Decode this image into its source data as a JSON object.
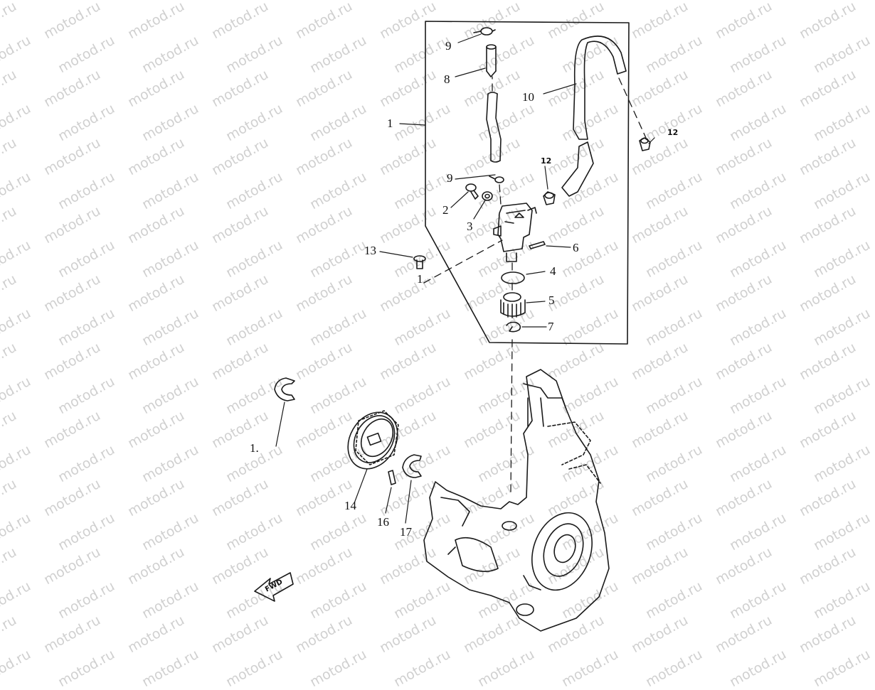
{
  "watermark": {
    "text": "motod.ru"
  },
  "colors": {
    "line": "#1a1a1a",
    "background": "#ffffff",
    "watermark": "#9a9a9a"
  },
  "callouts": {
    "c1_top": "1",
    "c2": "2",
    "c3": "3",
    "c4": "4",
    "c5": "5",
    "c6": "6",
    "c7": "7",
    "c8": "8",
    "c9_top": "9",
    "c9_mid": "9",
    "c10": "10",
    "c12_mid": "12",
    "c12_right": "12",
    "c13": "13",
    "c1_bottom": "1",
    "c14": "14",
    "c15": "1.",
    "c16": "16",
    "c17": "17"
  },
  "fwd_label": "FWD"
}
